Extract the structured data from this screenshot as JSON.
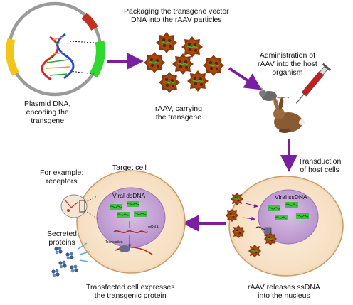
{
  "labels": {
    "plasmid": [
      "Plasmid DNA,",
      "encoding the",
      "transgene"
    ],
    "packaging": [
      "Packaging the transgene vector",
      "DNA into the rAAV particles"
    ],
    "raav": [
      "rAAV, carrying",
      "the transgene"
    ],
    "administration": [
      "Administration of",
      "rAAV into the host",
      "organism"
    ],
    "transduction": [
      "Transduction",
      "of host cells"
    ],
    "target_cell": "Target cell",
    "for_example": [
      "For example:",
      "receptors"
    ],
    "secreted": [
      "Secreted",
      "proteins"
    ],
    "viral_dsdna": "Viral dsDNA",
    "viral_ssdna": "Viral ssDNA",
    "mrna": "mRNA",
    "translation": "Translation",
    "transfected": [
      "Transfected cell expresses",
      "the transgenic protein"
    ],
    "releases": [
      "rAAV releases ssDNA",
      "into the nucleus"
    ]
  },
  "colors": {
    "arrow": "#7a1fa2",
    "cell_fill": "#f7e3c8",
    "cell_stroke": "#c99a6a",
    "nucleus_fill": "#c7a6d6",
    "virus": "#8a3a0a",
    "virus_dark": "#5a2100",
    "dna_green": "#2fbf2f",
    "plasmid_ring": "#9a9a9a"
  },
  "icons": [
    "plasmid-icon",
    "dna-helix-icon",
    "raav-particle-icon",
    "mouse-icon",
    "rabbit-icon",
    "syringe-icon",
    "receptor-icon",
    "secreted-protein-icon"
  ]
}
